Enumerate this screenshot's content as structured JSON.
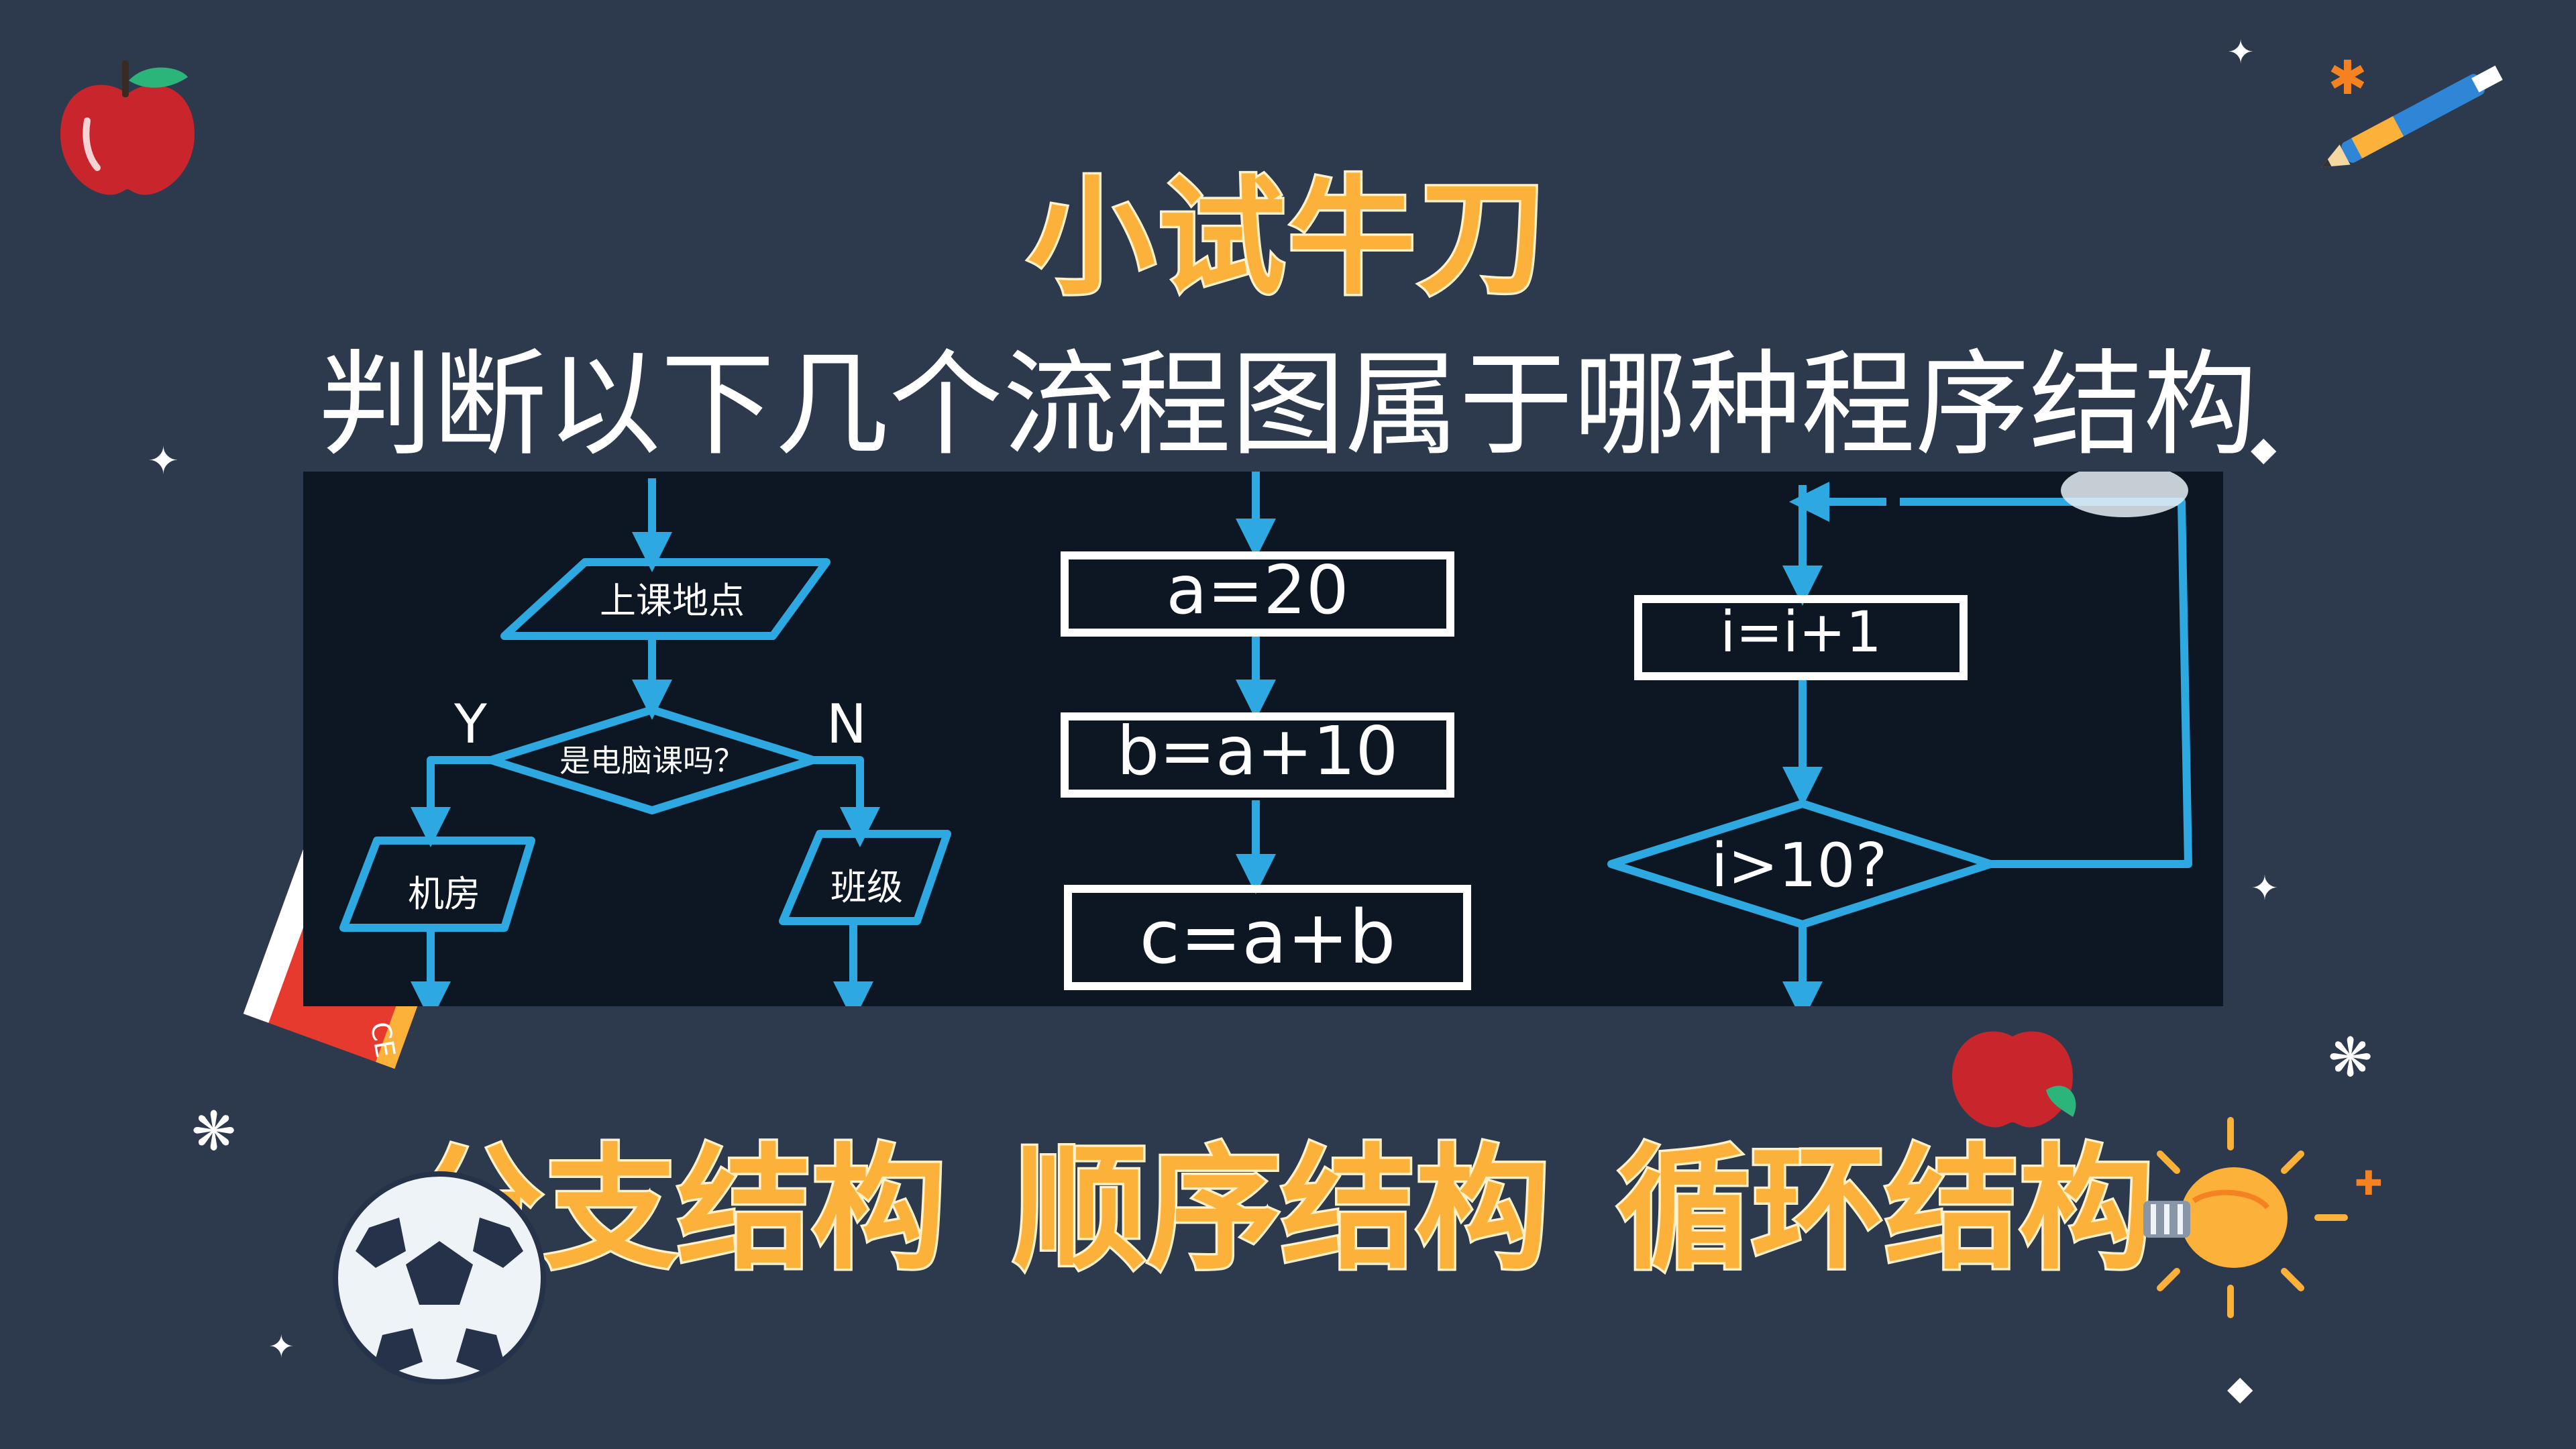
{
  "slide": {
    "title": "小试牛刀",
    "subtitle": "判断以下几个流程图属于哪种程序结构",
    "answers": [
      "分支结构",
      "顺序结构",
      "循环结构"
    ]
  },
  "flowchart_branch": {
    "input_label": "上课地点",
    "decision_label": "是电脑课吗？",
    "yes_label": "Y",
    "no_label": "N",
    "yes_output": "机房",
    "no_output": "班级"
  },
  "flowchart_sequence": {
    "steps": [
      "a=20",
      "b=a+10",
      "c=a+b"
    ]
  },
  "flowchart_loop": {
    "process_label": "i=i+1",
    "decision_label": "i>10?"
  },
  "book_spine_text": "CE",
  "colors": {
    "background": "#2d3a4d",
    "accent": "#fcb23a",
    "flow_line": "#2ea8e0",
    "box_border": "#ffffff"
  },
  "icons": [
    "apple-icon",
    "pen-icon",
    "book-icon",
    "soccer-ball-icon",
    "lightbulb-icon",
    "sparkle-icon"
  ]
}
